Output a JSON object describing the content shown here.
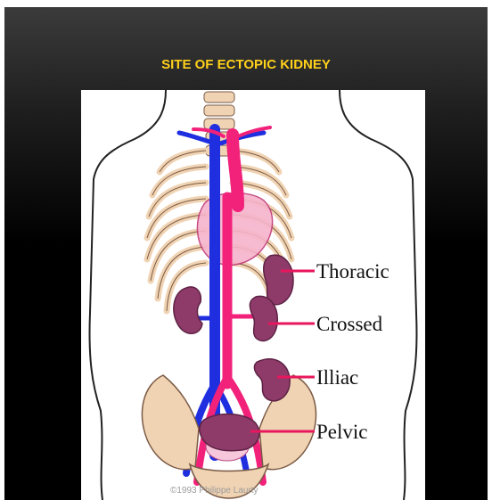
{
  "slide": {
    "title": "SITE OF ECTOPIC KIDNEY",
    "title_color": "#ffd11a",
    "background_top": "#3b3b3b",
    "background_bottom": "#000000"
  },
  "diagram": {
    "labels": {
      "thoracic": "Thoracic",
      "crossed": "Crossed",
      "illiac": "Illiac",
      "pelvic": "Pelvic"
    },
    "credit": "©1993 Philippe Laurty",
    "colors": {
      "kidney": "#8e3b6a",
      "artery": "#f2217a",
      "vein": "#1f2fe0",
      "bone": "#f0d3b3",
      "leader_line": "#e8175d",
      "outline": "#222222"
    }
  }
}
